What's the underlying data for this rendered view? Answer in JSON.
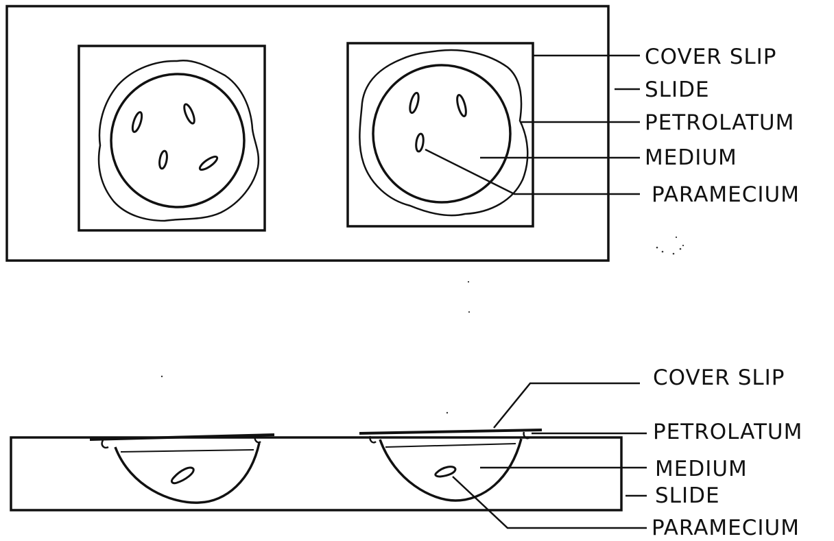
{
  "top_view": {
    "labels": {
      "cover_slip": "COVER SLIP",
      "slide": "SLIDE",
      "petrolatum": "PETROLATUM",
      "medium": "MEDIUM",
      "paramecium": "PARAMECIUM"
    }
  },
  "side_view": {
    "labels": {
      "cover_slip": "COVER SLIP",
      "petrolatum": "PETROLATUM",
      "medium": "MEDIUM",
      "slide": "SLIDE",
      "paramecium": "PARAMECIUM"
    }
  }
}
